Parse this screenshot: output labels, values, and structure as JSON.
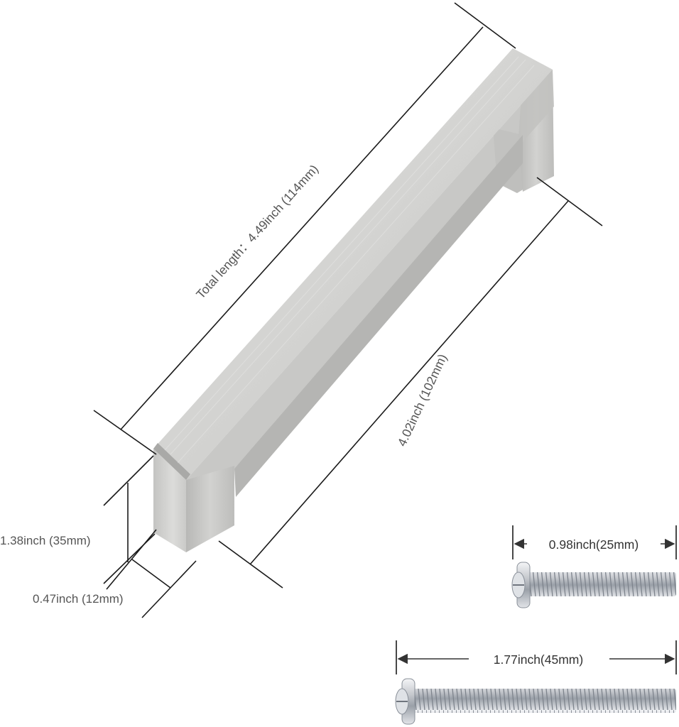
{
  "dimensions": {
    "total_length": "Total length：4.49inch (114mm)",
    "hole_spacing": "4.02inch (102mm)",
    "height": "1.38inch (35mm)",
    "width": "0.47inch (12mm)",
    "short_screw": "0.98inch(25mm)",
    "long_screw": "1.77inch(45mm)"
  }
}
